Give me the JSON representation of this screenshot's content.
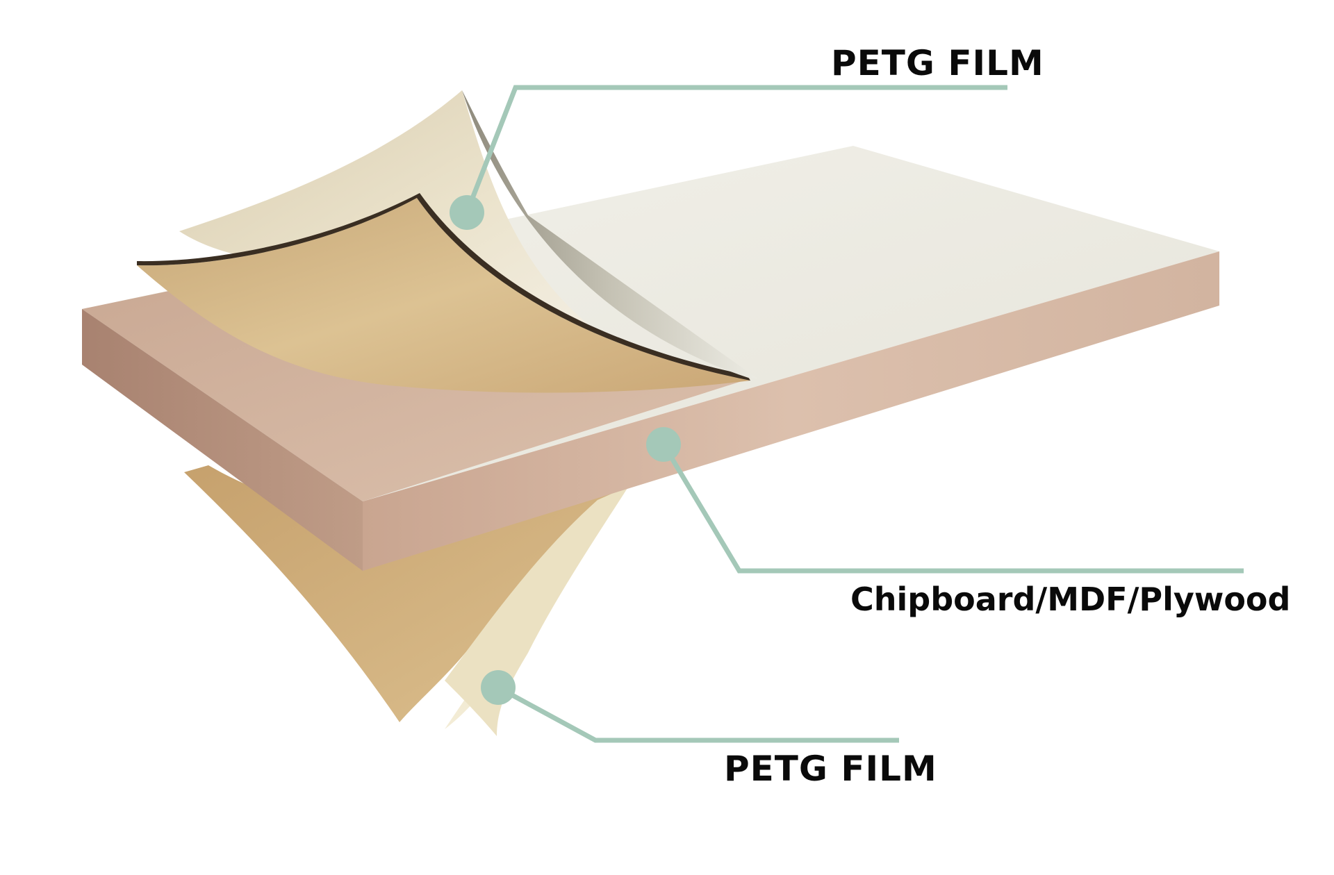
{
  "callouts": {
    "top_film": "PETG FILM",
    "core_board": "Chipboard/MDF/Plywood",
    "bottom_film": "PETG FILM"
  },
  "colors": {
    "callout_line": "#a4c8b8",
    "callout_dot": "#a4c8b8",
    "board_top": "#ecebe3",
    "board_edge": "#d8b9a6",
    "veneer": "#d6b98a",
    "film_back": "#e3d8bc",
    "label_text": "#0a0a0a"
  }
}
